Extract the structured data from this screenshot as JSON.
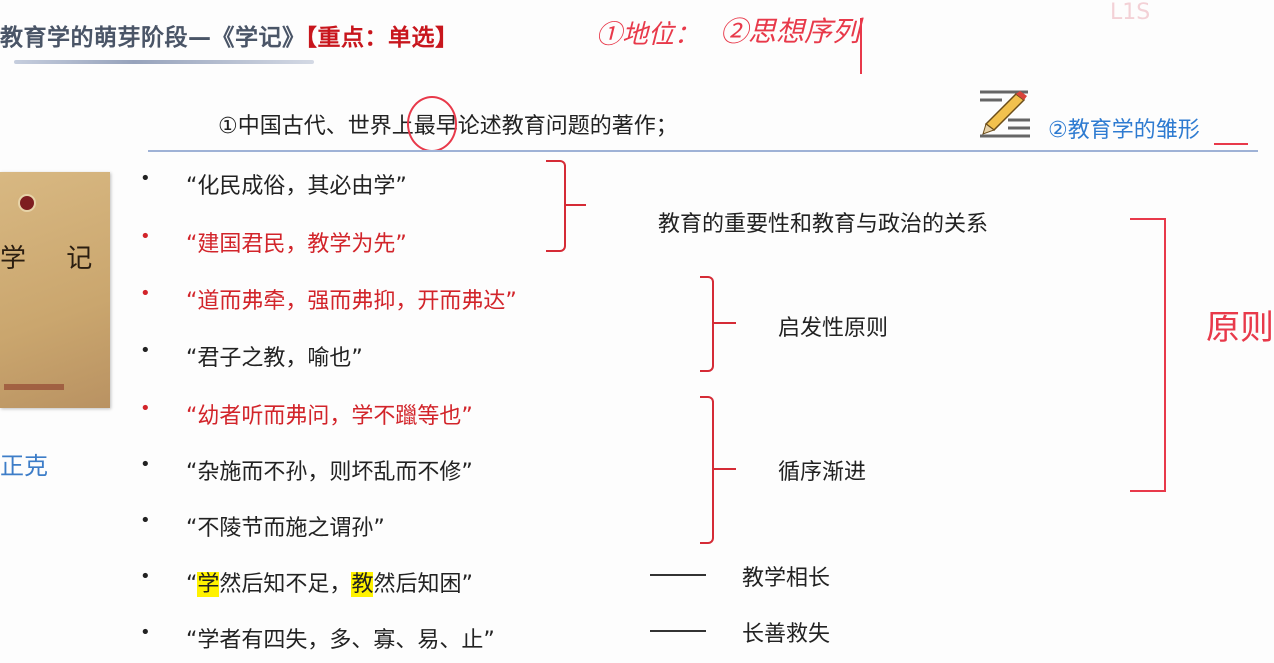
{
  "header": {
    "title": "教育学的萌芽阶段—《学记》",
    "title_tag": "【重点：单选】",
    "handwriting_1": "①地位：",
    "handwriting_2": "②思想序列",
    "faint_mark": "L1S"
  },
  "intro": {
    "point1": "①中国古代、世界上最早论述教育问题的著作；",
    "point2": "②教育学的雏形",
    "icon": "pencil-note-icon"
  },
  "sidebar": {
    "book_title": "学 记",
    "caption": "正克"
  },
  "quotes": [
    {
      "text": "“化民成俗，其必由学”",
      "color": "dark"
    },
    {
      "text": "“建国君民，教学为先”",
      "color": "red"
    },
    {
      "text": "“道而弗牵，强而弗抑，开而弗达”",
      "color": "red"
    },
    {
      "text": "“君子之教，喻也”",
      "color": "dark"
    },
    {
      "text": "“幼者听而弗问，学不躐等也”",
      "color": "red"
    },
    {
      "text": "“杂施而不孙，则坏乱而不修”",
      "color": "dark"
    },
    {
      "text": "“不陵节而施之谓孙”",
      "color": "dark"
    },
    {
      "text_open": "“",
      "hl1": "学",
      "mid1": "然后知不足，",
      "hl2": "教",
      "mid2": "然后知困”",
      "color": "dark"
    },
    {
      "text": "“学者有四失，多、寡、易、止”",
      "color": "dark"
    }
  ],
  "labels": {
    "group1": "教育的重要性和教育与政治的关系",
    "group2": "启发性原则",
    "group3": "循序渐进",
    "row8": "教学相长",
    "row9": "长善救失",
    "side_handwriting": "原则"
  },
  "bullet": "•",
  "colors": {
    "accent_red": "#d2242a",
    "accent_blue": "#2e7bd1",
    "highlight": "#fff200"
  }
}
